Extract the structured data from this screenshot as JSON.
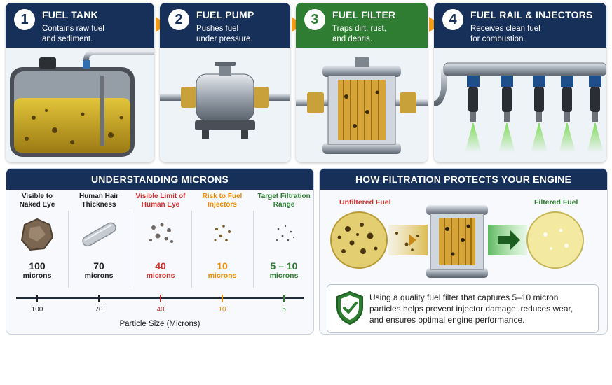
{
  "steps": [
    {
      "number": "1",
      "title": "FUEL TANK",
      "desc": "Contains raw fuel and sediment.",
      "desc_l1": "Contains raw fuel",
      "desc_l2": "and sediment."
    },
    {
      "number": "2",
      "title": "FUEL PUMP",
      "desc_l1": "Pushes fuel",
      "desc_l2": "under pressure."
    },
    {
      "number": "3",
      "title": "FUEL FILTER",
      "desc_l1": "Traps dirt, rust,",
      "desc_l2": "and debris."
    },
    {
      "number": "4",
      "title": "FUEL RAIL & INJECTORS",
      "desc_l1": "Receives clean fuel",
      "desc_l2": "for combustion."
    }
  ],
  "microns": {
    "title": "UNDERSTANDING MICRONS",
    "columns": [
      {
        "label_l1": "Visible to",
        "label_l2": "Naked Eye",
        "value": "100",
        "unit": "microns",
        "color": "#1f1f1f",
        "icon": "rock-particle-icon"
      },
      {
        "label_l1": "Human Hair",
        "label_l2": "Thickness",
        "value": "70",
        "unit": "microns",
        "color": "#1f1f1f",
        "icon": "hair-strand-icon"
      },
      {
        "label_l1": "Visible Limit of",
        "label_l2": "Human Eye",
        "value": "40",
        "unit": "microns",
        "color": "#d32f2f",
        "icon": "small-particles-icon"
      },
      {
        "label_l1": "Risk to Fuel",
        "label_l2": "Injectors",
        "value": "10",
        "unit": "microns",
        "color": "#f08c00",
        "icon": "tiny-particles-icon"
      },
      {
        "label_l1": "Target Filtration",
        "label_l2": "Range",
        "value": "5 – 10",
        "unit": "microns",
        "color": "#2e7d32",
        "icon": "fine-particles-icon"
      }
    ],
    "scale_ticks": [
      "100",
      "70",
      "40",
      "10",
      "5"
    ],
    "axis_label": "Particle Size (Microns)"
  },
  "filtration": {
    "title": "HOW FILTRATION PROTECTS YOUR ENGINE",
    "unfiltered_label": "Unfiltered Fuel",
    "filtered_label": "Filtered Fuel",
    "note_l1": "Using a quality fuel filter that captures 5–10 micron",
    "note_l2": "particles helps prevent injector damage, reduces wear,",
    "note_l3": "and ensures optimal engine performance."
  },
  "colors": {
    "navy": "#16305a",
    "green": "#2e7d32",
    "orange": "#f59e1b",
    "red": "#d32f2f",
    "amber": "#f08c00"
  }
}
